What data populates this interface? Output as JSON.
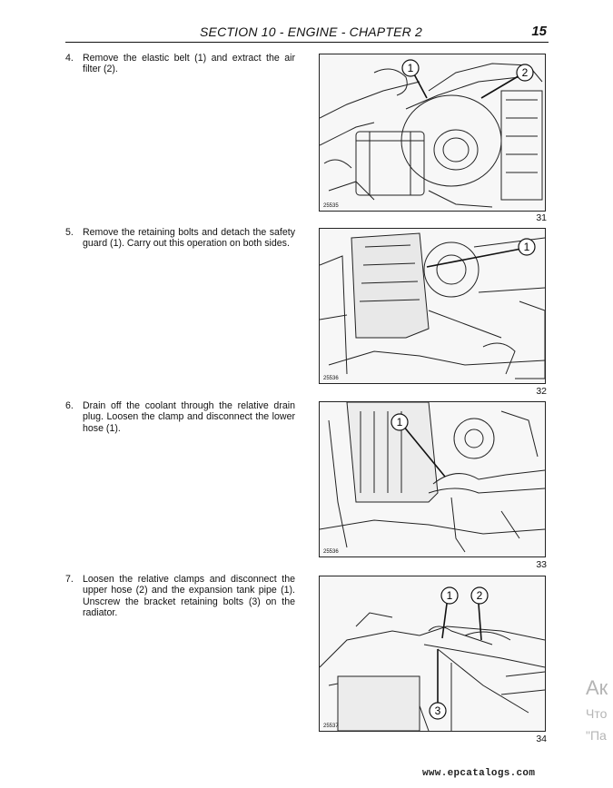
{
  "header": {
    "title": "SECTION 10 - ENGINE - CHAPTER 2",
    "page_number": "15"
  },
  "steps": [
    {
      "num": "4.",
      "text": "Remove the elastic belt (1) and extract the air filter (2).",
      "figure_code": "25535",
      "figure_number": "31",
      "callouts": [
        "1",
        "2"
      ]
    },
    {
      "num": "5.",
      "text": "Remove the retaining bolts and detach the safety guard (1). Carry out this operation on both sides.",
      "figure_code": "25536",
      "figure_number": "32",
      "callouts": [
        "1"
      ]
    },
    {
      "num": "6.",
      "text": "Drain off the coolant through the relative drain plug. Loosen the clamp and disconnect the lower hose (1).",
      "figure_code": "25536",
      "figure_number": "33",
      "callouts": [
        "1"
      ]
    },
    {
      "num": "7.",
      "text": "Loosen the relative clamps and disconnect the upper hose (2) and the expansion tank pipe (1). Unscrew the bracket retaining bolts (3) on the radiator.",
      "figure_code": "25537",
      "figure_number": "34",
      "callouts": [
        "1",
        "2",
        "3"
      ]
    }
  ],
  "overlay": {
    "line1": "Ак",
    "line2": "Что",
    "line3": "\"Па"
  },
  "footer": {
    "site": "www.epcatalogs.com"
  }
}
